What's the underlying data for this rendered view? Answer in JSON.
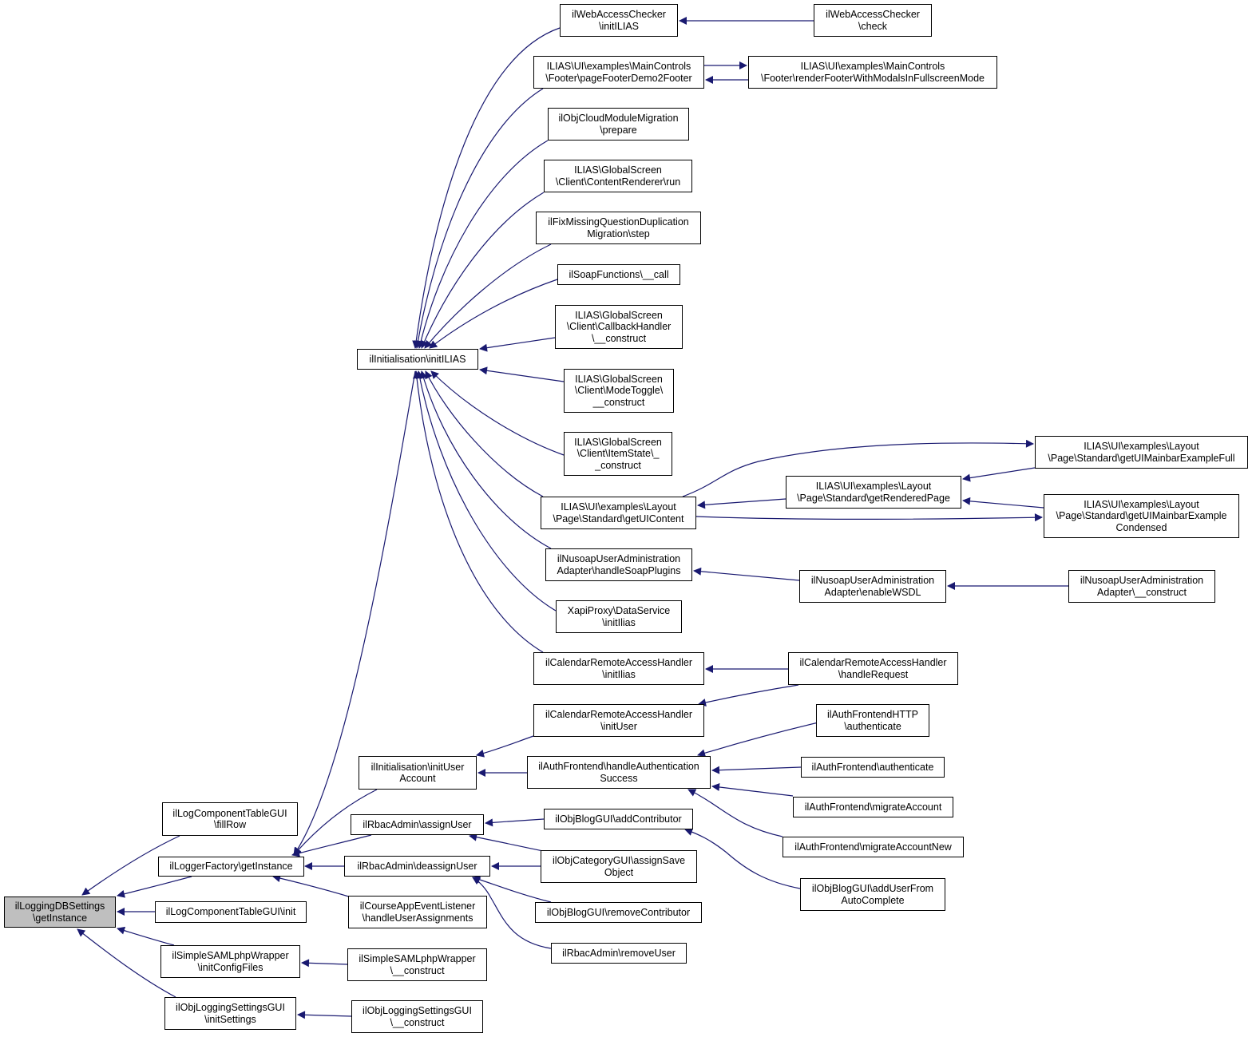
{
  "colors": {
    "edge": "#191970",
    "node_border": "#000000",
    "node_fill": "#ffffff",
    "root_fill": "#bfbfbf"
  },
  "nodes": {
    "root": "ilLoggingDBSettings\n\\getInstance",
    "logcomp_fillrow": "ilLogComponentTableGUI\n\\fillRow",
    "loggerfactory": "ilLoggerFactory\\getInstance",
    "logcomp_init": "ilLogComponentTableGUI\\init",
    "samlwrapper_init": "ilSimpleSAMLphpWrapper\n\\initConfigFiles",
    "objlogging_init": "ilObjLoggingSettingsGUI\n\\initSettings",
    "init_ilias": "ilInitialisation\\initILIAS",
    "init_user": "ilInitialisation\\initUser\nAccount",
    "rbac_assign": "ilRbacAdmin\\assignUser",
    "rbac_deassign": "ilRbacAdmin\\deassignUser",
    "course_event": "ilCourseAppEventListener\n\\handleUserAssignments",
    "saml_construct": "ilSimpleSAMLphpWrapper\n\\__construct",
    "objlogging_construct": "ilObjLoggingSettingsGUI\n\\__construct",
    "webaccess_init": "ilWebAccessChecker\n\\initILIAS",
    "webaccess_check": "ilWebAccessChecker\n\\check",
    "footer_demo2": "ILIAS\\UI\\examples\\MainControls\n\\Footer\\pageFooterDemo2Footer",
    "footer_modals": "ILIAS\\UI\\examples\\MainControls\n\\Footer\\renderFooterWithModalsInFullscreenMode",
    "cloud_migration": "ilObjCloudModuleMigration\n\\prepare",
    "gs_content_renderer": "ILIAS\\GlobalScreen\n\\Client\\ContentRenderer\\run",
    "fix_missing": "ilFixMissingQuestionDuplication\nMigration\\step",
    "soap_call": "ilSoapFunctions\\__call",
    "gs_callback": "ILIAS\\GlobalScreen\n\\Client\\CallbackHandler\n\\__construct",
    "gs_modetoggle": "ILIAS\\GlobalScreen\n\\Client\\ModeToggle\\\n__construct",
    "gs_itemstate": "ILIAS\\GlobalScreen\n\\Client\\ItemState\\_\n_construct",
    "layout_getui": "ILIAS\\UI\\examples\\Layout\n\\Page\\Standard\\getUIContent",
    "layout_rendered": "ILIAS\\UI\\examples\\Layout\n\\Page\\Standard\\getRenderedPage",
    "layout_full": "ILIAS\\UI\\examples\\Layout\n\\Page\\Standard\\getUIMainbarExampleFull",
    "layout_condensed": "ILIAS\\UI\\examples\\Layout\n\\Page\\Standard\\getUIMainbarExample\nCondensed",
    "nusoap_plugins": "ilNusoapUserAdministration\nAdapter\\handleSoapPlugins",
    "nusoap_wsdl": "ilNusoapUserAdministration\nAdapter\\enableWSDL",
    "nusoap_construct": "ilNusoapUserAdministration\nAdapter\\__construct",
    "xapi_init": "XapiProxy\\DataService\n\\initIlias",
    "cal_initilias": "ilCalendarRemoteAccessHandler\n\\initIlias",
    "cal_handlerequest": "ilCalendarRemoteAccessHandler\n\\handleRequest",
    "cal_inituser": "ilCalendarRemoteAccessHandler\n\\initUser",
    "auth_success": "ilAuthFrontend\\handleAuthentication\nSuccess",
    "auth_http": "ilAuthFrontendHTTP\n\\authenticate",
    "auth_authenticate": "ilAuthFrontend\\authenticate",
    "auth_migrate": "ilAuthFrontend\\migrateAccount",
    "auth_migrate_new": "ilAuthFrontend\\migrateAccountNew",
    "blog_addcontrib": "ilObjBlogGUI\\addContributor",
    "blog_adduser": "ilObjBlogGUI\\addUserFrom\nAutoComplete",
    "cat_assignsave": "ilObjCategoryGUI\\assignSave\nObject",
    "blog_removecontrib": "ilObjBlogGUI\\removeContributor",
    "rbac_removeuser": "ilRbacAdmin\\removeUser"
  }
}
